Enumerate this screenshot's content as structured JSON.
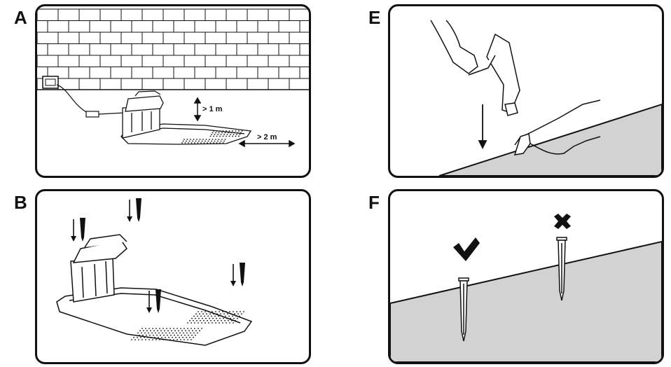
{
  "panels": {
    "a": {
      "letter": "A",
      "height_label": "> 1 m",
      "distance_label": "> 2 m"
    },
    "b": {
      "letter": "B"
    },
    "e": {
      "letter": "E"
    },
    "f": {
      "letter": "F"
    }
  },
  "colors": {
    "ground": "#d2d2d2",
    "line": "#111111"
  },
  "icons": {
    "correct": "checkmark-icon",
    "wrong": "cross-icon"
  }
}
